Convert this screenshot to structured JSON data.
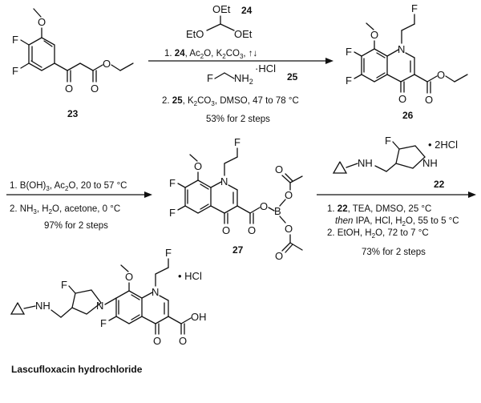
{
  "compounds": {
    "c23": "23",
    "c24": "24",
    "c25": "25",
    "c26": "26",
    "c27": "27",
    "c22": "22",
    "final": "Lascufloxacin hydrochloride"
  },
  "atoms": {
    "F": "F",
    "O": "O",
    "N": "N",
    "OEt": "OEt",
    "EtO": "EtO",
    "NH2": "NH",
    "NH2_sub": "2",
    "NH": "NH",
    "B": "B",
    "OH": "OH",
    "HCl_salt": "• HCl",
    "HCl_dot": "·",
    "HCl_text": "HCl",
    "twoHCl": "• 2HCl",
    "heat_symbol": "↑↓"
  },
  "step1": {
    "line1a": "1. ",
    "line1b": "24",
    "line1c": ", Ac",
    "line1d": "2",
    "line1e": "O, K",
    "line1f": "2",
    "line1g": "CO",
    "line1h": "3",
    "line1i": ", ",
    "line2a": "2. ",
    "line2b": "25",
    "line2c": ", K",
    "line2d": "2",
    "line2e": "CO",
    "line2f": "3",
    "line2g": ", DMSO, 47 to 78 °C",
    "yield": "53% for 2 steps"
  },
  "step2": {
    "line1a": "1. B(OH)",
    "line1b": "3",
    "line1c": ", Ac",
    "line1d": "2",
    "line1e": "O, 20 to 57 °C",
    "line2a": "2. NH",
    "line2b": "3",
    "line2c": ", H",
    "line2d": "2",
    "line2e": "O, acetone, 0 °C",
    "yield": "97% for 2 steps"
  },
  "step3": {
    "line1a": "1. ",
    "line1b": "22",
    "line1c": ", TEA, DMSO, 25 °C",
    "line2a": "then",
    "line2b": " IPA, HCl, H",
    "line2c": "2",
    "line2d": "O, 55 to 5 °C",
    "line3a": "2. EtOH, H",
    "line3b": "2",
    "line3c": "O, 72 to 7 °C",
    "yield": "73% for 2 steps"
  }
}
